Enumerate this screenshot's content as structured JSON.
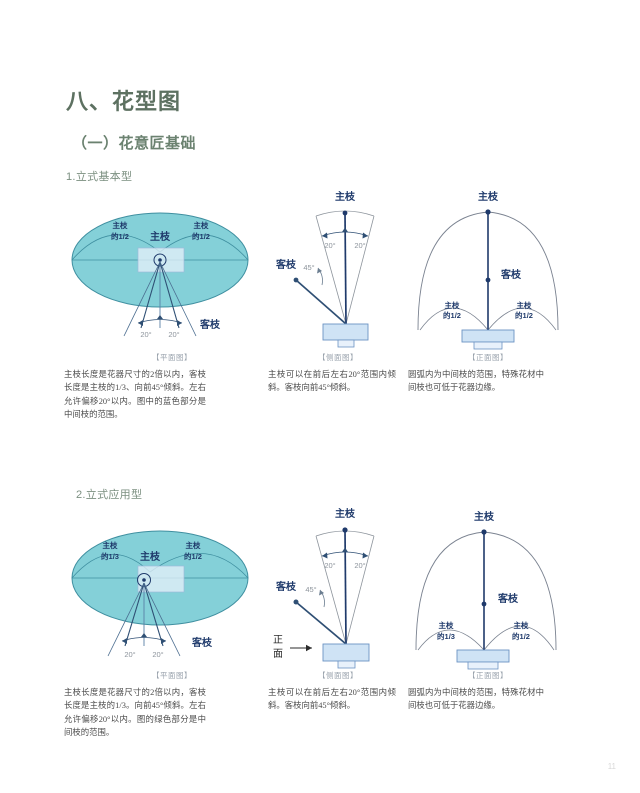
{
  "document": {
    "chapter_title": "八、花型图",
    "section_title": "（一）花意匠基础",
    "page_number": "11"
  },
  "colors": {
    "heading_green": "#5d7161",
    "subheading_green": "#6b8270",
    "ellipse_fill": "#84d0d8",
    "ellipse_stroke": "#3f8fa0",
    "vase_fill": "#cfe3f5",
    "vase_stroke": "#6b93c4",
    "label_navy": "#1f3a6b",
    "angle_gray": "#8d949c",
    "body_text": "#4b4b4b",
    "caption_gray": "#9aa3ad",
    "outline_arc": "#7a8290",
    "highlight_box": "#e8f1fb"
  },
  "blocks": [
    {
      "id": "basic",
      "subheading": "1.立式基本型",
      "figures": [
        {
          "id": "plan-basic",
          "view_caption": "【平面图】",
          "labels": {
            "main": "主枝",
            "guest": "客枝",
            "left_ratio_top": "主枝",
            "left_ratio_bottom": "的1/2",
            "right_ratio_top": "主枝",
            "right_ratio_bottom": "的1/2",
            "angle_left": "20°",
            "angle_right": "20°"
          }
        },
        {
          "id": "side-basic",
          "view_caption": "【侧面图】",
          "labels": {
            "main": "主枝",
            "guest": "客枝",
            "angle_left": "20°",
            "angle_right": "20°",
            "angle_guest": "45°"
          }
        },
        {
          "id": "front-basic",
          "view_caption": "【正面图】",
          "labels": {
            "main": "主枝",
            "guest": "客枝",
            "left_ratio_top": "主枝",
            "left_ratio_bottom": "的1/2",
            "right_ratio_top": "主枝",
            "right_ratio_bottom": "的1/2"
          }
        }
      ],
      "paragraphs": [
        "主枝长度是花器尺寸的2倍以内，客枝长度是主枝的1/3、向前45°倾斜。左右允许偏移20°以内。图中的蓝色部分是中间枝的范围。",
        "主枝可以在前后左右20°范围内倾斜。客枝向前45°倾斜。",
        "圆弧内为中间枝的范围，特殊花材中间枝也可低于花器边缘。"
      ]
    },
    {
      "id": "applied",
      "subheading": "2.立式应用型",
      "figures": [
        {
          "id": "plan-applied",
          "view_caption": "【平面图】",
          "labels": {
            "main": "主枝",
            "guest": "客枝",
            "left_ratio_top": "主枝",
            "left_ratio_bottom": "的1/3",
            "right_ratio_top": "主枝",
            "right_ratio_bottom": "的1/2",
            "angle_left": "20°",
            "angle_right": "20°"
          }
        },
        {
          "id": "side-applied",
          "view_caption": "【侧面图】",
          "labels": {
            "main": "主枝",
            "guest": "客枝",
            "angle_left": "20°",
            "angle_right": "20°",
            "angle_guest": "45°",
            "direction_top": "正",
            "direction_bottom": "面"
          }
        },
        {
          "id": "front-applied",
          "view_caption": "【正面图】",
          "labels": {
            "main": "主枝",
            "guest": "客枝",
            "left_ratio_top": "主枝",
            "left_ratio_bottom": "的1/3",
            "right_ratio_top": "主枝",
            "right_ratio_bottom": "的1/2"
          }
        }
      ],
      "paragraphs": [
        "主枝长度是花器尺寸的2倍以内，客枝长度是主枝的1/3。向前45°倾斜。左右允许偏移20°以内。图的绿色部分是中间枝的范围。",
        "主枝可以在前后左右20°范围内倾斜。客枝向前45°倾斜。",
        "圆弧内为中间枝的范围，特殊花材中间枝也可低于花器边缘。"
      ]
    }
  ]
}
